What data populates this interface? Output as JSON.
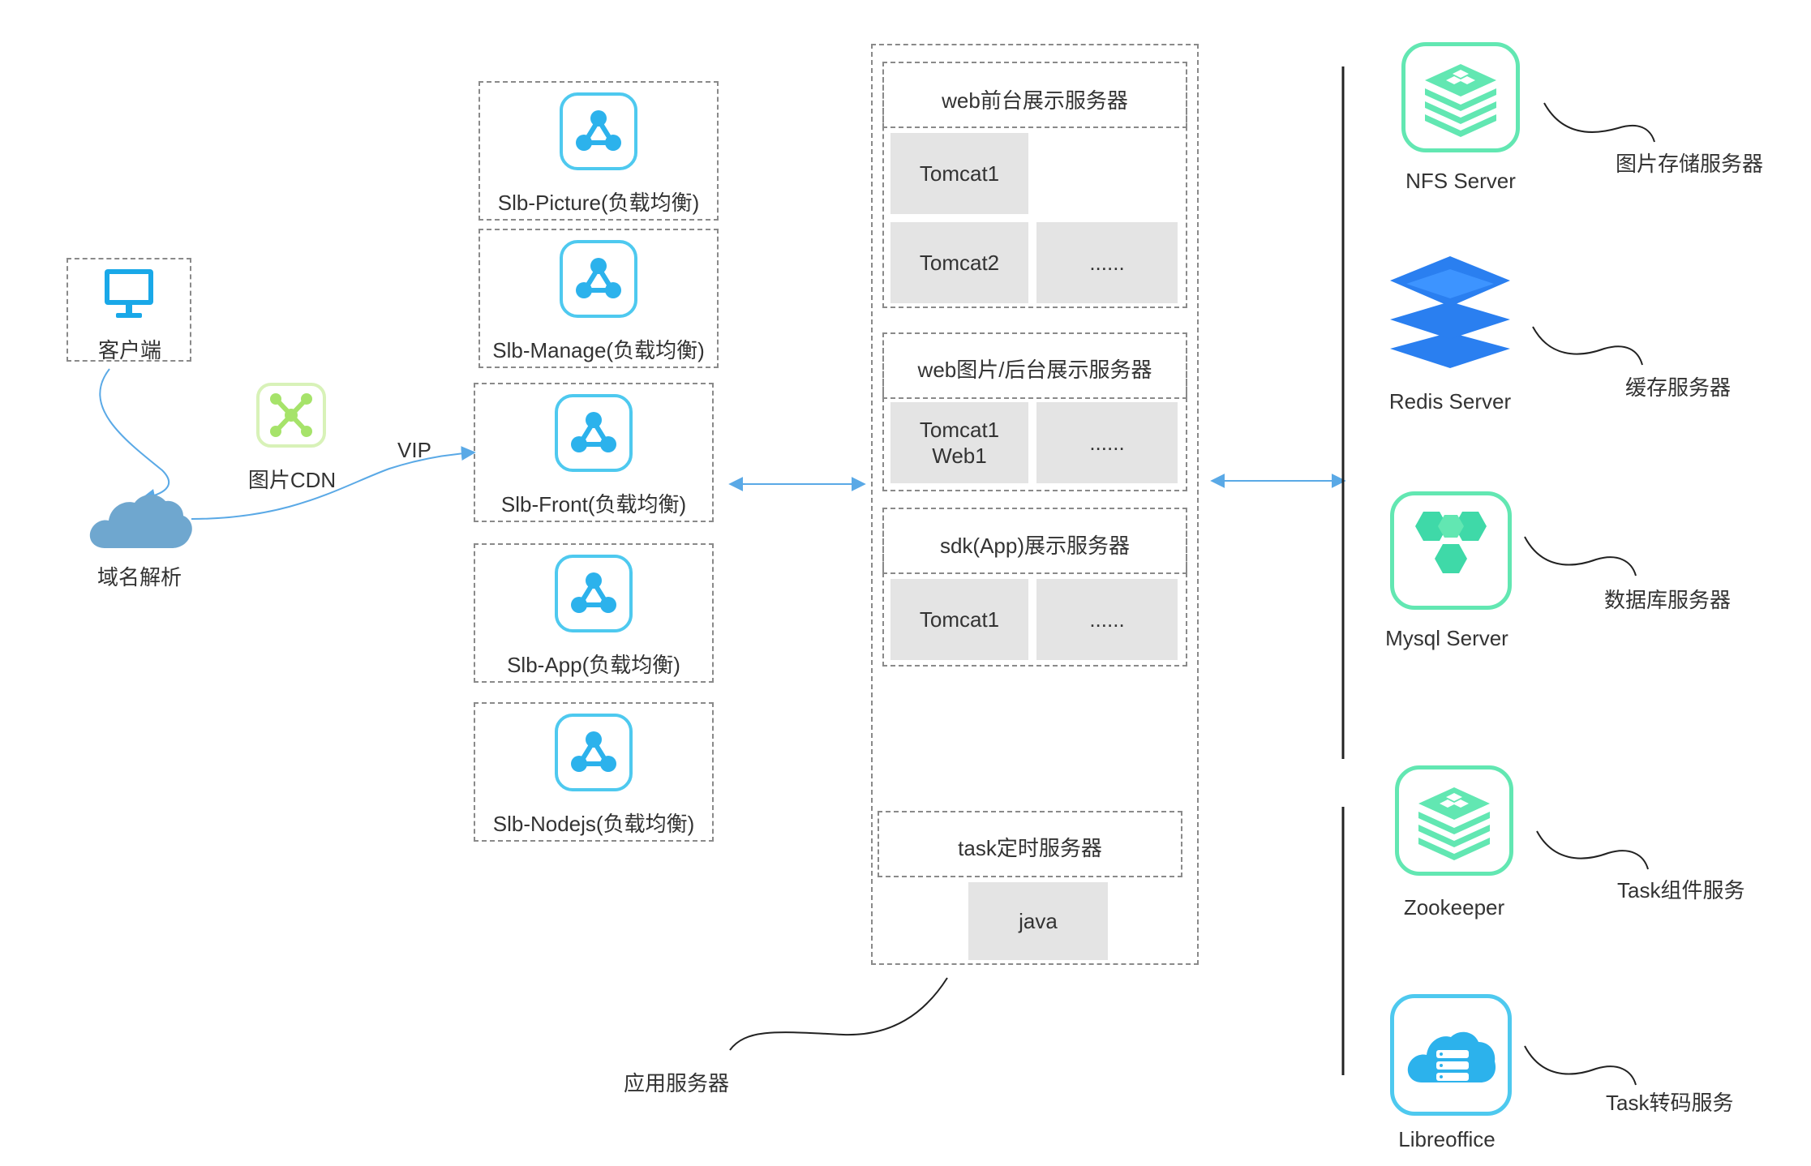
{
  "client": {
    "label": "客户端",
    "icon": "monitor-icon"
  },
  "dns": {
    "label": "域名解析",
    "icon": "cloud-icon"
  },
  "cdn": {
    "label": "图片CDN",
    "icon": "cdn-node-icon"
  },
  "vip_label": "VIP",
  "slb": [
    {
      "label": "Slb-Picture(负载均衡)",
      "icon": "load-balancer-icon"
    },
    {
      "label": "Slb-Manage(负载均衡)",
      "icon": "load-balancer-icon"
    },
    {
      "label": "Slb-Front(负载均衡)",
      "icon": "load-balancer-icon"
    },
    {
      "label": "Slb-App(负载均衡)",
      "icon": "load-balancer-icon"
    },
    {
      "label": "Slb-Nodejs(负载均衡)",
      "icon": "load-balancer-icon"
    }
  ],
  "app_servers": {
    "caption": "应用服务器",
    "groups": [
      {
        "title": "web前台展示服务器",
        "nodes": [
          "Tomcat1",
          "Tomcat2",
          "......"
        ]
      },
      {
        "title": "web图片/后台展示服务器",
        "nodes": [
          "Tomcat1\nWeb1",
          "......"
        ]
      },
      {
        "title": "sdk(App)展示服务器",
        "nodes": [
          "Tomcat1",
          "......"
        ]
      },
      {
        "title": "task定时服务器",
        "nodes": [
          "java"
        ]
      }
    ]
  },
  "services": [
    {
      "name": "NFS Server",
      "desc": "图片存储服务器",
      "icon": "storage-stack-icon"
    },
    {
      "name": "Redis Server",
      "desc": "缓存服务器",
      "icon": "layers-icon"
    },
    {
      "name": "Mysql Server",
      "desc": "数据库服务器",
      "icon": "hexagons-icon"
    },
    {
      "name": "Zookeeper",
      "desc": "Task组件服务",
      "icon": "storage-stack-icon"
    },
    {
      "name": "Libreoffice",
      "desc": "Task转码服务",
      "icon": "cloud-server-icon"
    }
  ],
  "colors": {
    "slb_accent": "#4ec9ef",
    "service_green": "#62e7b2",
    "redis_blue": "#2a7ff0",
    "cdn_green": "#a6e36a",
    "arrow_blue": "#5aa9e6",
    "cloud_blue": "#6fa7cf"
  }
}
